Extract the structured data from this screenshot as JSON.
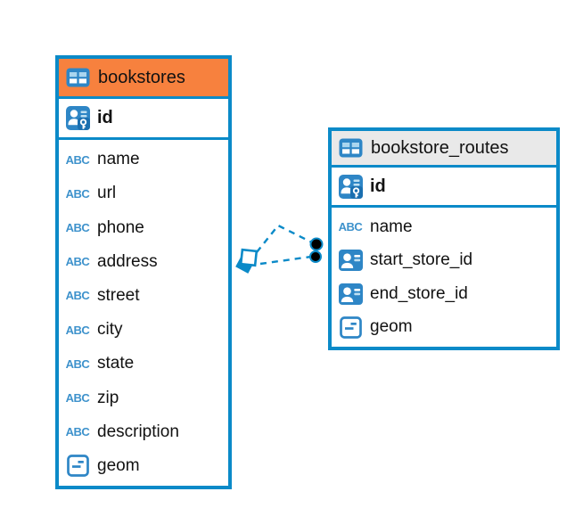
{
  "diagram": {
    "kind": "entity-relationship",
    "colors": {
      "table_border": "#0B8AC8",
      "bookstores_header": "#F7813E",
      "routes_header": "#E9E9E9",
      "icon_blue": "#2E86C6",
      "connector": "#0B8AC8"
    },
    "icons": {
      "text_type_label": "ABC"
    },
    "tables": [
      {
        "name": "bookstores",
        "header_style": "orange",
        "primary_key": "id",
        "columns": [
          {
            "label": "name",
            "type": "text"
          },
          {
            "label": "url",
            "type": "text"
          },
          {
            "label": "phone",
            "type": "text"
          },
          {
            "label": "address",
            "type": "text"
          },
          {
            "label": "street",
            "type": "text"
          },
          {
            "label": "city",
            "type": "text"
          },
          {
            "label": "state",
            "type": "text"
          },
          {
            "label": "zip",
            "type": "text"
          },
          {
            "label": "description",
            "type": "text"
          },
          {
            "label": "geom",
            "type": "geometry"
          }
        ]
      },
      {
        "name": "bookstore_routes",
        "header_style": "gray",
        "primary_key": "id",
        "columns": [
          {
            "label": "name",
            "type": "text"
          },
          {
            "label": "start_store_id",
            "type": "reference"
          },
          {
            "label": "end_store_id",
            "type": "reference"
          },
          {
            "label": "geom",
            "type": "geometry"
          }
        ]
      }
    ],
    "relation": {
      "from_table": "bookstores",
      "to_table": "bookstore_routes",
      "style": "dashed",
      "line_count": 2
    }
  }
}
